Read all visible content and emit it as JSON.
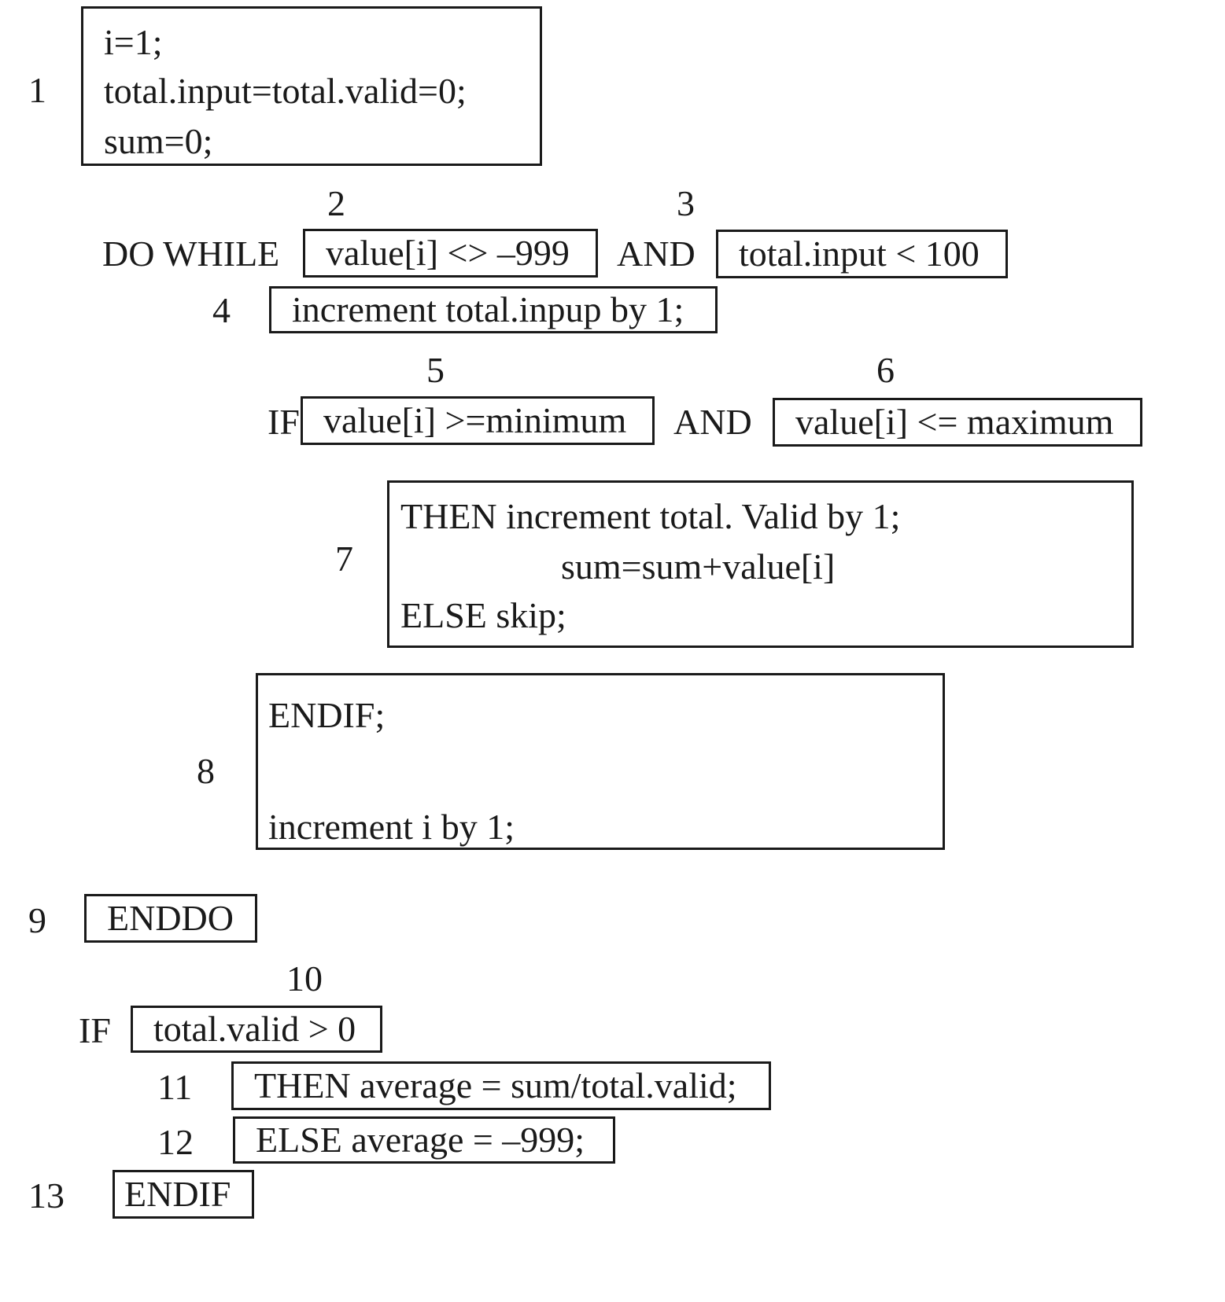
{
  "diagram": {
    "nodes": [
      {
        "id": "1",
        "lines": [
          "i=1;",
          "total.input=total.valid=0;",
          "sum=0;"
        ]
      },
      {
        "id": "2",
        "lines": [
          "value[i] <> –999"
        ]
      },
      {
        "id": "3",
        "lines": [
          "total.input < 100"
        ]
      },
      {
        "id": "4",
        "lines": [
          "increment total.inpup by 1;"
        ]
      },
      {
        "id": "5",
        "lines": [
          "value[i] >=minimum"
        ]
      },
      {
        "id": "6",
        "lines": [
          "value[i] <= maximum"
        ]
      },
      {
        "id": "7",
        "lines": [
          "THEN increment total. Valid by 1;",
          "sum=sum+value[i]",
          "ELSE skip;"
        ]
      },
      {
        "id": "8",
        "lines": [
          "ENDIF;",
          "increment i by 1;"
        ]
      },
      {
        "id": "9",
        "lines": [
          "ENDDO"
        ]
      },
      {
        "id": "10",
        "lines": [
          "total.valid > 0"
        ]
      },
      {
        "id": "11",
        "lines": [
          "THEN average = sum/total.valid;"
        ]
      },
      {
        "id": "12",
        "lines": [
          "ELSE average = –999;"
        ]
      },
      {
        "id": "13",
        "lines": [
          "ENDIF"
        ]
      }
    ],
    "keywords": {
      "do_while": "DO WHILE",
      "and_1": "AND",
      "if_1": "IF",
      "and_2": "AND",
      "if_2": "IF"
    }
  }
}
